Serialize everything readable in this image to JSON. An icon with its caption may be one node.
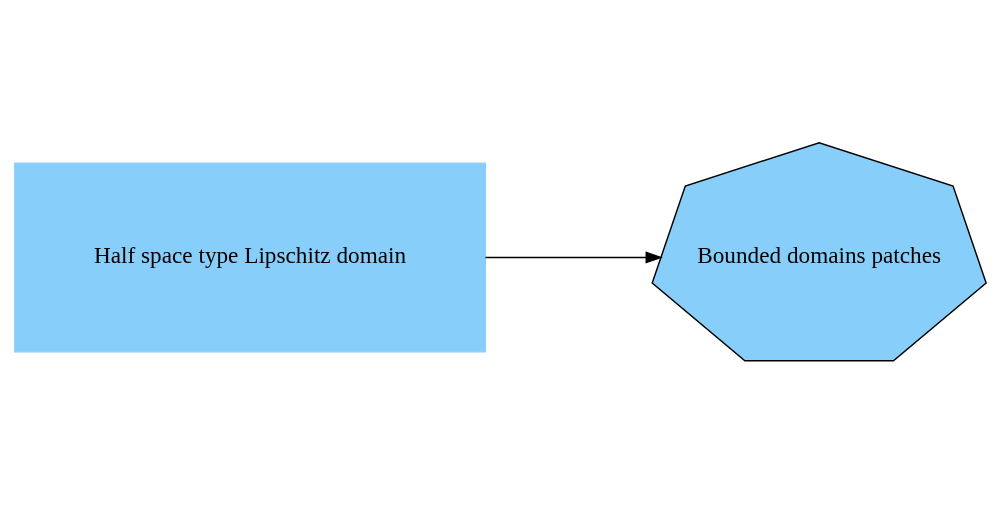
{
  "diagram": {
    "nodes": [
      {
        "text": [
          "Half space type Lipschitz domain"
        ]
      },
      {
        "text": [
          "Bounded domains patches"
        ]
      }
    ],
    "edges": [
      {
        "from": 0,
        "to": 1,
        "arrow": "to"
      }
    ]
  }
}
